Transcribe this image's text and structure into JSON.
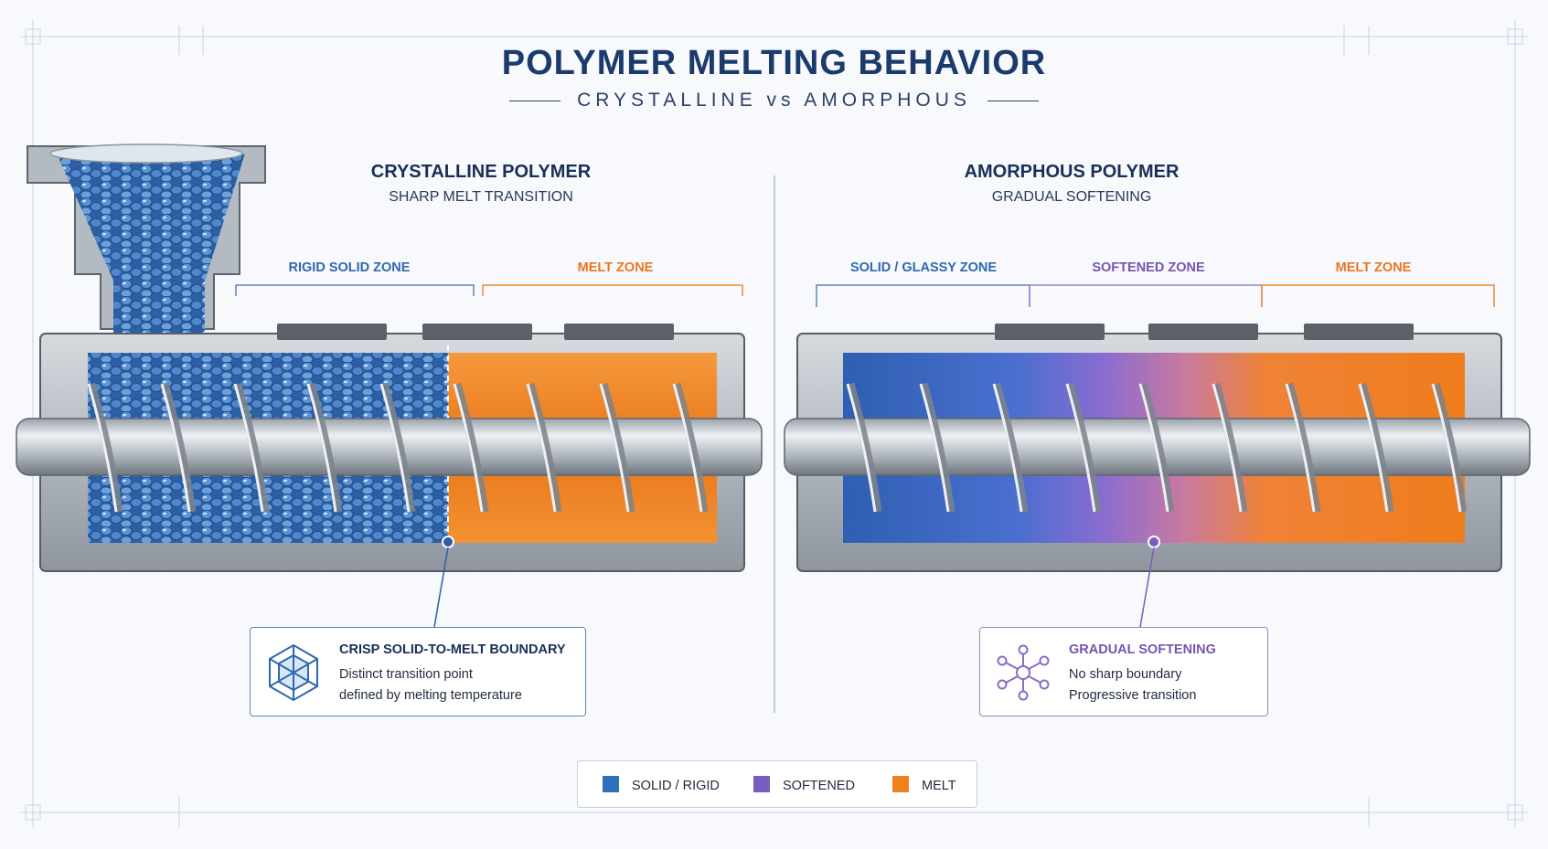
{
  "title": "POLYMER MELTING BEHAVIOR",
  "subtitle": "CRYSTALLINE vs AMORPHOUS",
  "colors": {
    "solid": "#2f6fb8",
    "softened": "#7a5bbf",
    "melt": "#f0801f",
    "title": "#1a3b6c"
  },
  "left_panel": {
    "title": "CRYSTALLINE POLYMER",
    "subtitle": "SHARP MELT TRANSITION",
    "zones": [
      "RIGID SOLID ZONE",
      "MELT ZONE"
    ],
    "callout": {
      "icon": "crystal-lattice-icon",
      "title": "CRISP SOLID-TO-MELT BOUNDARY",
      "line1": "Distinct transition point",
      "line2": "defined by melting temperature"
    }
  },
  "right_panel": {
    "title": "AMORPHOUS POLYMER",
    "subtitle": "GRADUAL SOFTENING",
    "zones": [
      "SOLID / GLASSY ZONE",
      "SOFTENED ZONE",
      "MELT ZONE"
    ],
    "callout": {
      "icon": "molecular-network-icon",
      "title": "GRADUAL SOFTENING",
      "line1": "No sharp boundary",
      "line2": "Progressive transition"
    }
  },
  "legend": [
    {
      "label": "SOLID / RIGID",
      "color": "#2f6fb8"
    },
    {
      "label": "SOFTENED",
      "color": "#7a5bbf"
    },
    {
      "label": "MELT",
      "color": "#f0801f"
    }
  ]
}
